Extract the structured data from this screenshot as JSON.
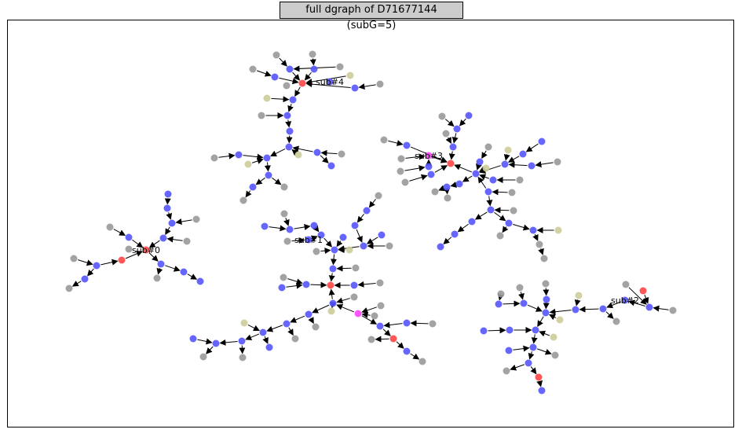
{
  "title": "full dgraph of D71677144 (subG=5)",
  "colors": {
    "blue": "#5555ff",
    "gray": "#999999",
    "red": "#ff4444",
    "tan": "#cccc99",
    "magenta": "#ff44ff",
    "title_bg": "#cccccc"
  },
  "subgraphs": [
    {
      "label": "sub#0",
      "center": "n0"
    },
    {
      "label": "sub#1",
      "center": "n1"
    },
    {
      "label": "sub#2",
      "center": "n2"
    },
    {
      "label": "sub#3",
      "center": "n3"
    },
    {
      "label": "sub#4",
      "center": "n4"
    }
  ]
}
